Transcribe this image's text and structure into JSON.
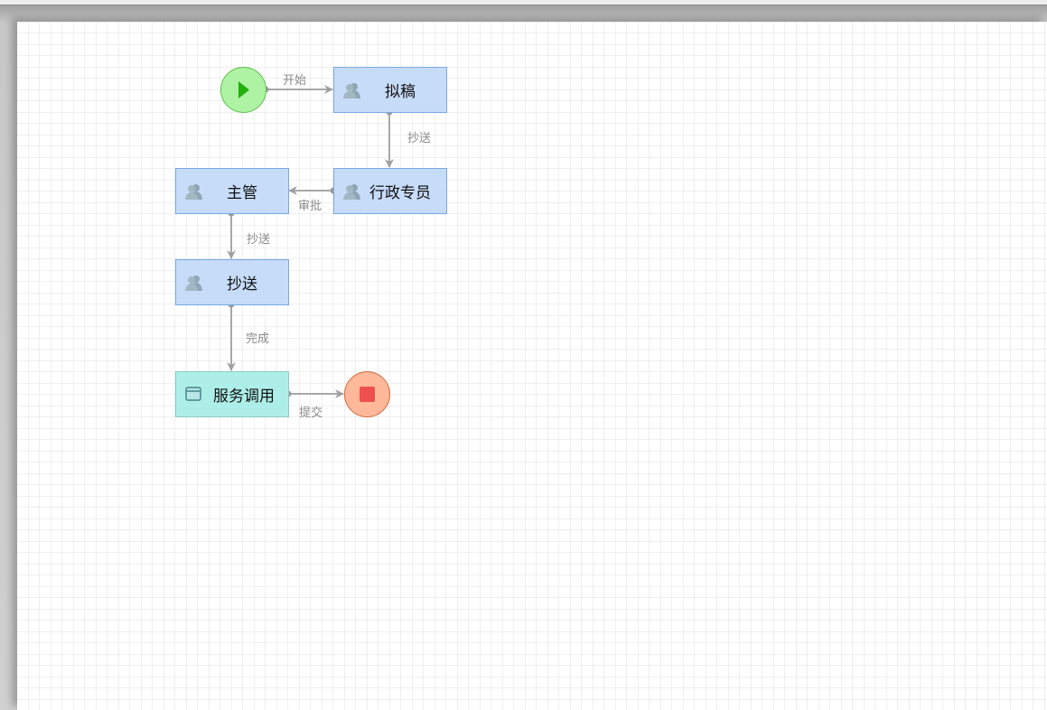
{
  "nodes": {
    "draft": "拟稿",
    "admin": "行政专员",
    "supervisor": "主管",
    "cc": "抄送",
    "service": "服务调用"
  },
  "edges": {
    "start": "开始",
    "cc1": "抄送",
    "approve": "审批",
    "cc2": "抄送",
    "complete": "完成",
    "submit": "提交"
  },
  "colors": {
    "task": "#c6dcf8",
    "service": "#aeeee9",
    "start": "#aef3a4",
    "end": "#ffb899"
  }
}
